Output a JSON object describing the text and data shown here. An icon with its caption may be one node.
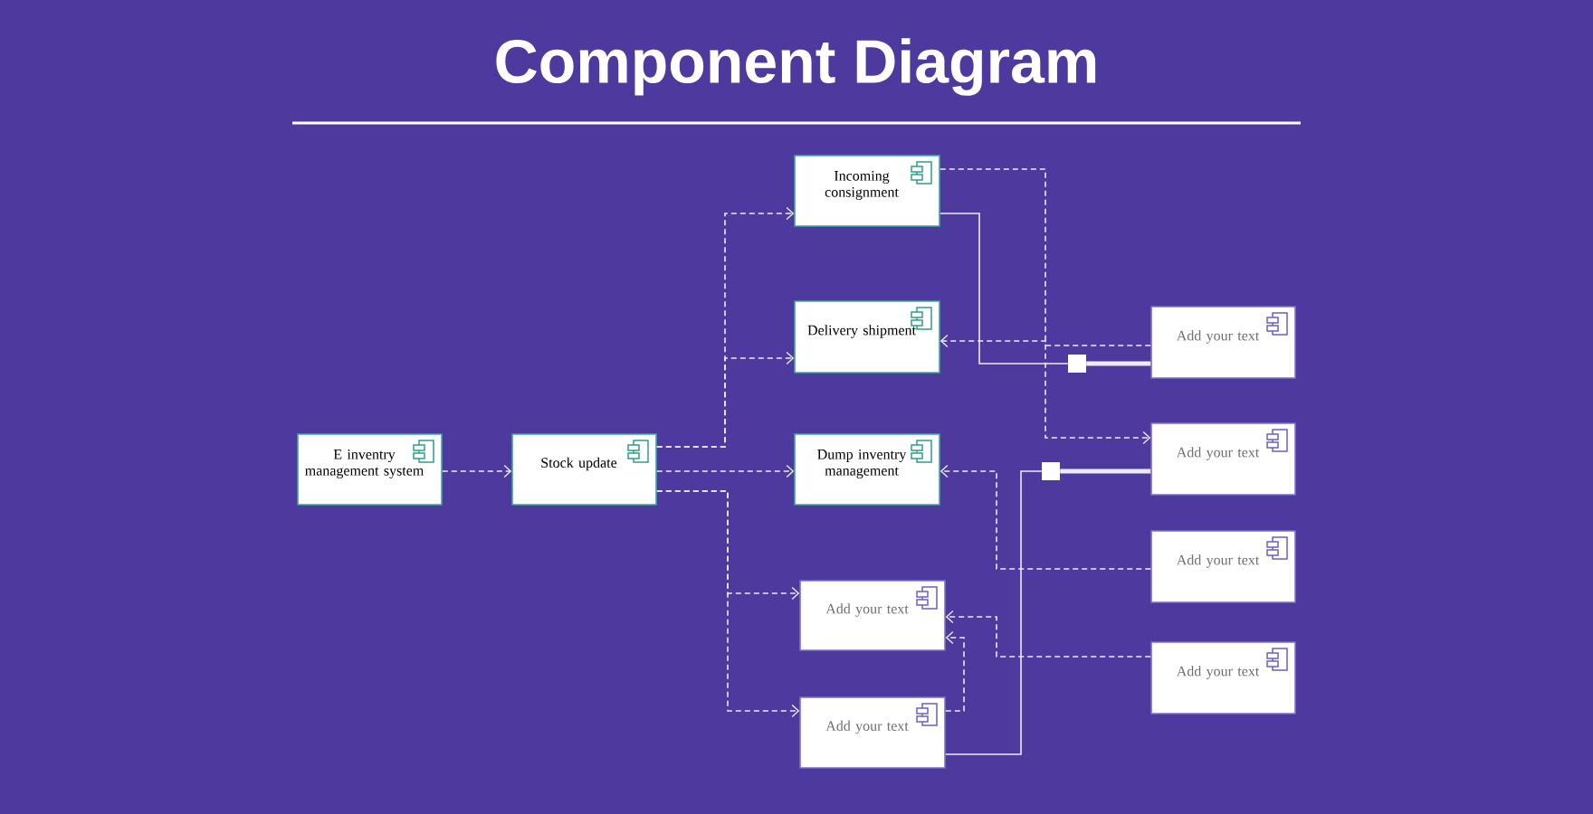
{
  "diagram": {
    "title": "Component Diagram",
    "nodes": [
      {
        "text": [
          "E inventry management system"
        ]
      },
      {
        "text": [
          "Stock update"
        ]
      },
      {
        "text": [
          "Incoming consignment"
        ]
      },
      {
        "text": [
          "Delivery shipment"
        ]
      },
      {
        "text": [
          "Dump inventry management"
        ]
      },
      {
        "text": [
          "Add your text"
        ]
      },
      {
        "text": [
          "Add your text"
        ]
      },
      {
        "text": [
          "Add your text"
        ]
      },
      {
        "text": [
          "Add your text"
        ]
      },
      {
        "text": [
          "Add your text"
        ]
      },
      {
        "text": [
          "Add your text"
        ]
      },
      {
        "text": [],
        "shape": "box"
      },
      {
        "text": [],
        "shape": "box"
      }
    ],
    "edges": [
      {
        "from": 0,
        "to": 1,
        "arrow": "to",
        "style": "dashed"
      },
      {
        "from": 1,
        "to": 2,
        "arrow": "to",
        "style": "dashed"
      },
      {
        "from": 1,
        "to": 3,
        "arrow": "to",
        "style": "dashed"
      },
      {
        "from": 1,
        "to": 4,
        "arrow": "to",
        "style": "dashed"
      },
      {
        "from": 1,
        "to": 5,
        "arrow": "to",
        "style": "dashed"
      },
      {
        "from": 1,
        "to": 6,
        "arrow": "to",
        "style": "dashed"
      },
      {
        "from": 2,
        "to": 8,
        "arrow": "to",
        "style": "dashed"
      },
      {
        "from": 7,
        "to": 3,
        "arrow": "to",
        "style": "dashed"
      },
      {
        "from": 2,
        "to": 11,
        "arrow": "none"
      },
      {
        "from": 11,
        "to": 7,
        "arrow": "none",
        "style": "thick"
      },
      {
        "from": 6,
        "to": 12,
        "arrow": "none"
      },
      {
        "from": 12,
        "to": 8,
        "arrow": "none",
        "style": "thick"
      },
      {
        "from": 9,
        "to": 4,
        "arrow": "to",
        "style": "dashed"
      },
      {
        "from": 10,
        "to": 5,
        "arrow": "to",
        "style": "dashed"
      },
      {
        "from": 6,
        "to": 5,
        "arrow": "to",
        "style": "dashed"
      }
    ]
  }
}
